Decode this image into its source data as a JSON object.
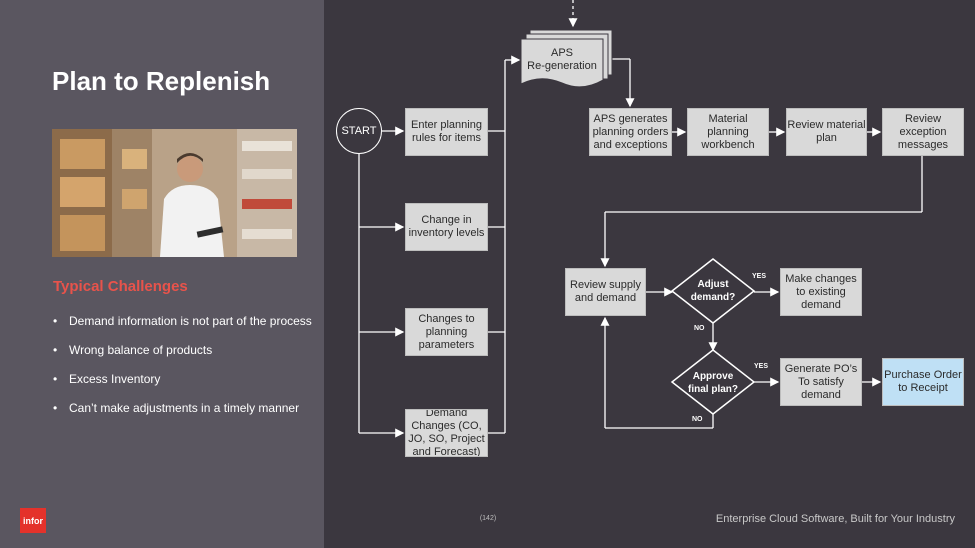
{
  "slide": {
    "title": "Plan to Replenish",
    "challenges_title": "Typical Challenges",
    "bullet_char": "•",
    "challenges": [
      "Demand information is not part of the process",
      "Wrong balance of products",
      "Excess Inventory",
      "Can’t make adjustments in a timely manner"
    ],
    "logo_text": "infor",
    "page_number": "(142)",
    "tagline": "Enterprise Cloud Software, Built for Your Industry"
  },
  "flow": {
    "start": "START",
    "enter_planning_rules": "Enter planning\nrules for items",
    "change_inventory": "Change in\ninventory levels",
    "changes_planning_params": "Changes to\nplanning\nparameters",
    "demand_changes": "Demand\nChanges (CO,\nJO, SO, Project\nand Forecast)",
    "aps_regeneration": "APS\nRe-generation",
    "aps_generates": "APS generates\nplanning orders\nand exceptions",
    "material_workbench": "Material planning\nworkbench",
    "review_material_plan": "Review material\nplan",
    "review_exception": "Review exception\nmessages",
    "review_supply_demand": "Review supply\nand demand",
    "adjust_demand": "Adjust\ndemand?",
    "make_changes": "Make changes\nto existing\ndemand",
    "approve_plan": "Approve\nfinal plan?",
    "generate_pos": "Generate PO’s\nTo satisfy demand",
    "purchase_order": "Purchase Order\nto Receipt",
    "yes": "YES",
    "no": "NO"
  },
  "colors": {
    "background": "#3b373f",
    "left_panel": "#5a5660",
    "accent": "#e8534b",
    "box": "#d9d9d9",
    "highlight_box": "#bfe0f5"
  }
}
